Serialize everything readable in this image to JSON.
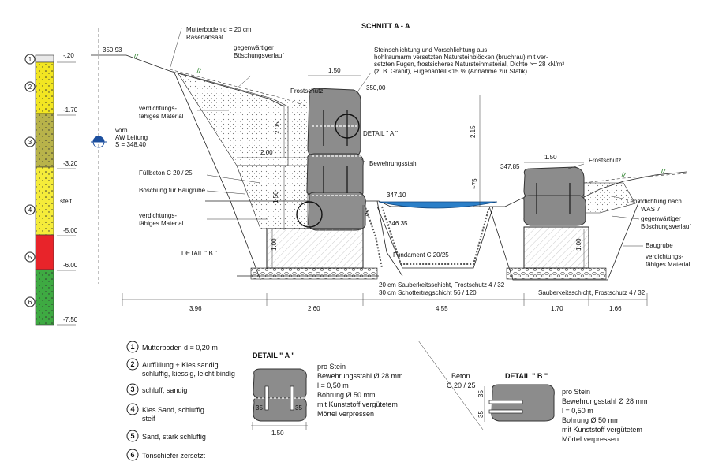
{
  "title": "SCHNITT A - A",
  "colors": {
    "soil_1": "#e9e9e9",
    "soil_2": "#f2e622",
    "soil_3": "#b8b34a",
    "soil_4": "#f5ec3a",
    "soil_5": "#e8242a",
    "soil_6": "#3eaa42",
    "stone": "#8c8c8c",
    "water": "#2b7fc8",
    "fill": "#e9e9e9"
  },
  "profile": {
    "levels": [
      "-.20",
      "-1.70",
      "-3.20",
      "-5.00",
      "-6.00",
      "-7.50"
    ],
    "numbers": [
      "1",
      "2",
      "3",
      "4",
      "5",
      "6"
    ],
    "steif": "steif"
  },
  "annotations": {
    "elev_left": "350.93",
    "mutterboden": "Mutterboden d = 20 cm",
    "rasenansaat": "Rasenansaat",
    "boeschung_1": "gegenwärtiger",
    "boeschung_2": "Böschungsverlauf",
    "steinschl_1": "Steinschlichtung und Vorschlichtung aus",
    "steinschl_2": "hohlraumarm versetzten Natursteinblöcken (bruchrau) mit ver-",
    "steinschl_3": "setzten Fugen, frostsicheres Natursteinmaterial, Dichte >= 28 kN/m³",
    "steinschl_4": "(z. B. Granit), Fugenanteil <15 % (Annahme zur Statik)",
    "dim_150_top": "1.50",
    "frostschutz": "Frostschutz",
    "elev_35000": "350,00",
    "verd_1": "verdichtungs-",
    "verd_2": "fähiges Material",
    "dim_205": "2.05",
    "vorh_1": "vorh.",
    "vorh_2": "AW Leitung",
    "vorh_3": "S = 348,40",
    "detail_a_marker": "DETAIL \" A \"",
    "dim_200": "2.00",
    "bewehrungsstahl": "Bewehrungsstahl",
    "fuellbeton": "Füllbeton C 20 / 25",
    "boeschung_baugrube": "Böschung für Baugrube",
    "dim_150_v": "1.50",
    "elev_34710": "347.10",
    "dim_75": "75",
    "verd2_1": "verdichtungs-",
    "verd2_2": "fähiges Material",
    "elev_34635": "346.35",
    "detail_b_marker": "DETAIL \" B \"",
    "dim_100_left": "1.00",
    "fundament": "Fundament C 20/25",
    "sauber_left": "20 cm Sauberkeitsschicht, Frostschutz 4 / 32",
    "schotter": "30 cm Schottertragschicht 56 / 120",
    "dim_215": "2.15",
    "dim_150_right": "1.50",
    "elev_34785": "347.85",
    "frostschutz_r": "Frostschutz",
    "dim_m75": "~75",
    "lehm_1": "Lehmdichtung nach",
    "lehm_2": "WAS 7",
    "boeschung_r1": "gegenwärtiger",
    "boeschung_r2": "Böschungsverlauf",
    "dim_100_right": "1.00",
    "baugrube": "Baugrube",
    "verd_r1": "verdichtungs-",
    "verd_r2": "fähiges Material",
    "sauber_right": "Sauberkeitsschicht, Frostschutz 4 / 32",
    "dims_bottom": [
      "3.96",
      "2.60",
      "4.55",
      "1.70",
      "1.66"
    ]
  },
  "legend": [
    {
      "num": "1",
      "text": "Mutterboden d = 0,20 m"
    },
    {
      "num": "2",
      "text": "Auffüllung + Kies sandig",
      "text2": "schluffig, kiessig, leicht bindig"
    },
    {
      "num": "3",
      "text": "schluff, sandig"
    },
    {
      "num": "4",
      "text": "Kies Sand, schluffig",
      "text2": "steif"
    },
    {
      "num": "5",
      "text": "Sand, stark schluffig"
    },
    {
      "num": "6",
      "text": "Tonschiefer zersetzt"
    }
  ],
  "detail_a": {
    "title": "DETAIL \" A \"",
    "lines": [
      "pro Stein",
      "Bewehrungsstahl Ø 28 mm",
      "l = 0,50  m",
      "Bohrung Ø 50 mm",
      "mit Kunststoff vergütetem",
      "Mörtel verpressen"
    ],
    "dim_left": "35",
    "dim_right": "35",
    "dim_width": "1.50"
  },
  "detail_b": {
    "title": "DETAIL \" B \"",
    "beton_1": "Beton",
    "beton_2": "C 20 / 25",
    "lines": [
      "pro Stein",
      "Bewehrungsstahl Ø 28 mm",
      "l = 0,50  m",
      "Bohrung Ø 50 mm",
      "mit Kunststoff vergütetem",
      "Mörtel verpressen"
    ],
    "dim_top": "35",
    "dim_bottom": "35"
  }
}
